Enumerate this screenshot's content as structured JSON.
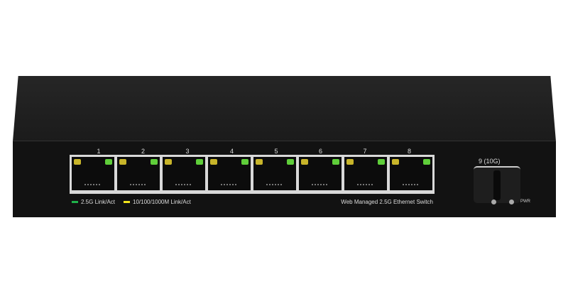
{
  "device": {
    "ports": [
      "1",
      "2",
      "3",
      "4",
      "5",
      "6",
      "7",
      "8"
    ],
    "sfp_port_label": "9 (10G)",
    "legend": [
      {
        "label": "2.5G Link/Act",
        "color": "#1fb24a"
      },
      {
        "label": "10/100/1000M Link/Act",
        "color": "#f2e41c"
      }
    ],
    "model_text": "Web Managed 2.5G Ethernet Switch",
    "power_label": "PWR"
  }
}
